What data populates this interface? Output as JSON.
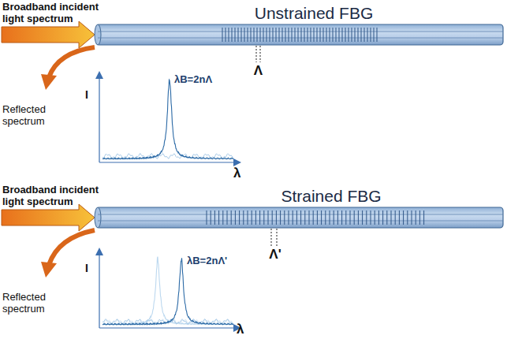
{
  "diagram": {
    "labels": [
      "Broadband incident light spectrum",
      "Unstrained FBG",
      "λB=2nΛ",
      "Λ",
      "Reflected spectrum",
      "I",
      "λ",
      "Broadband incident light spectrum",
      "Strained FBG",
      "λB=2nΛ'",
      "Λ'",
      "Reflected spectrum",
      "I",
      "λ"
    ]
  }
}
